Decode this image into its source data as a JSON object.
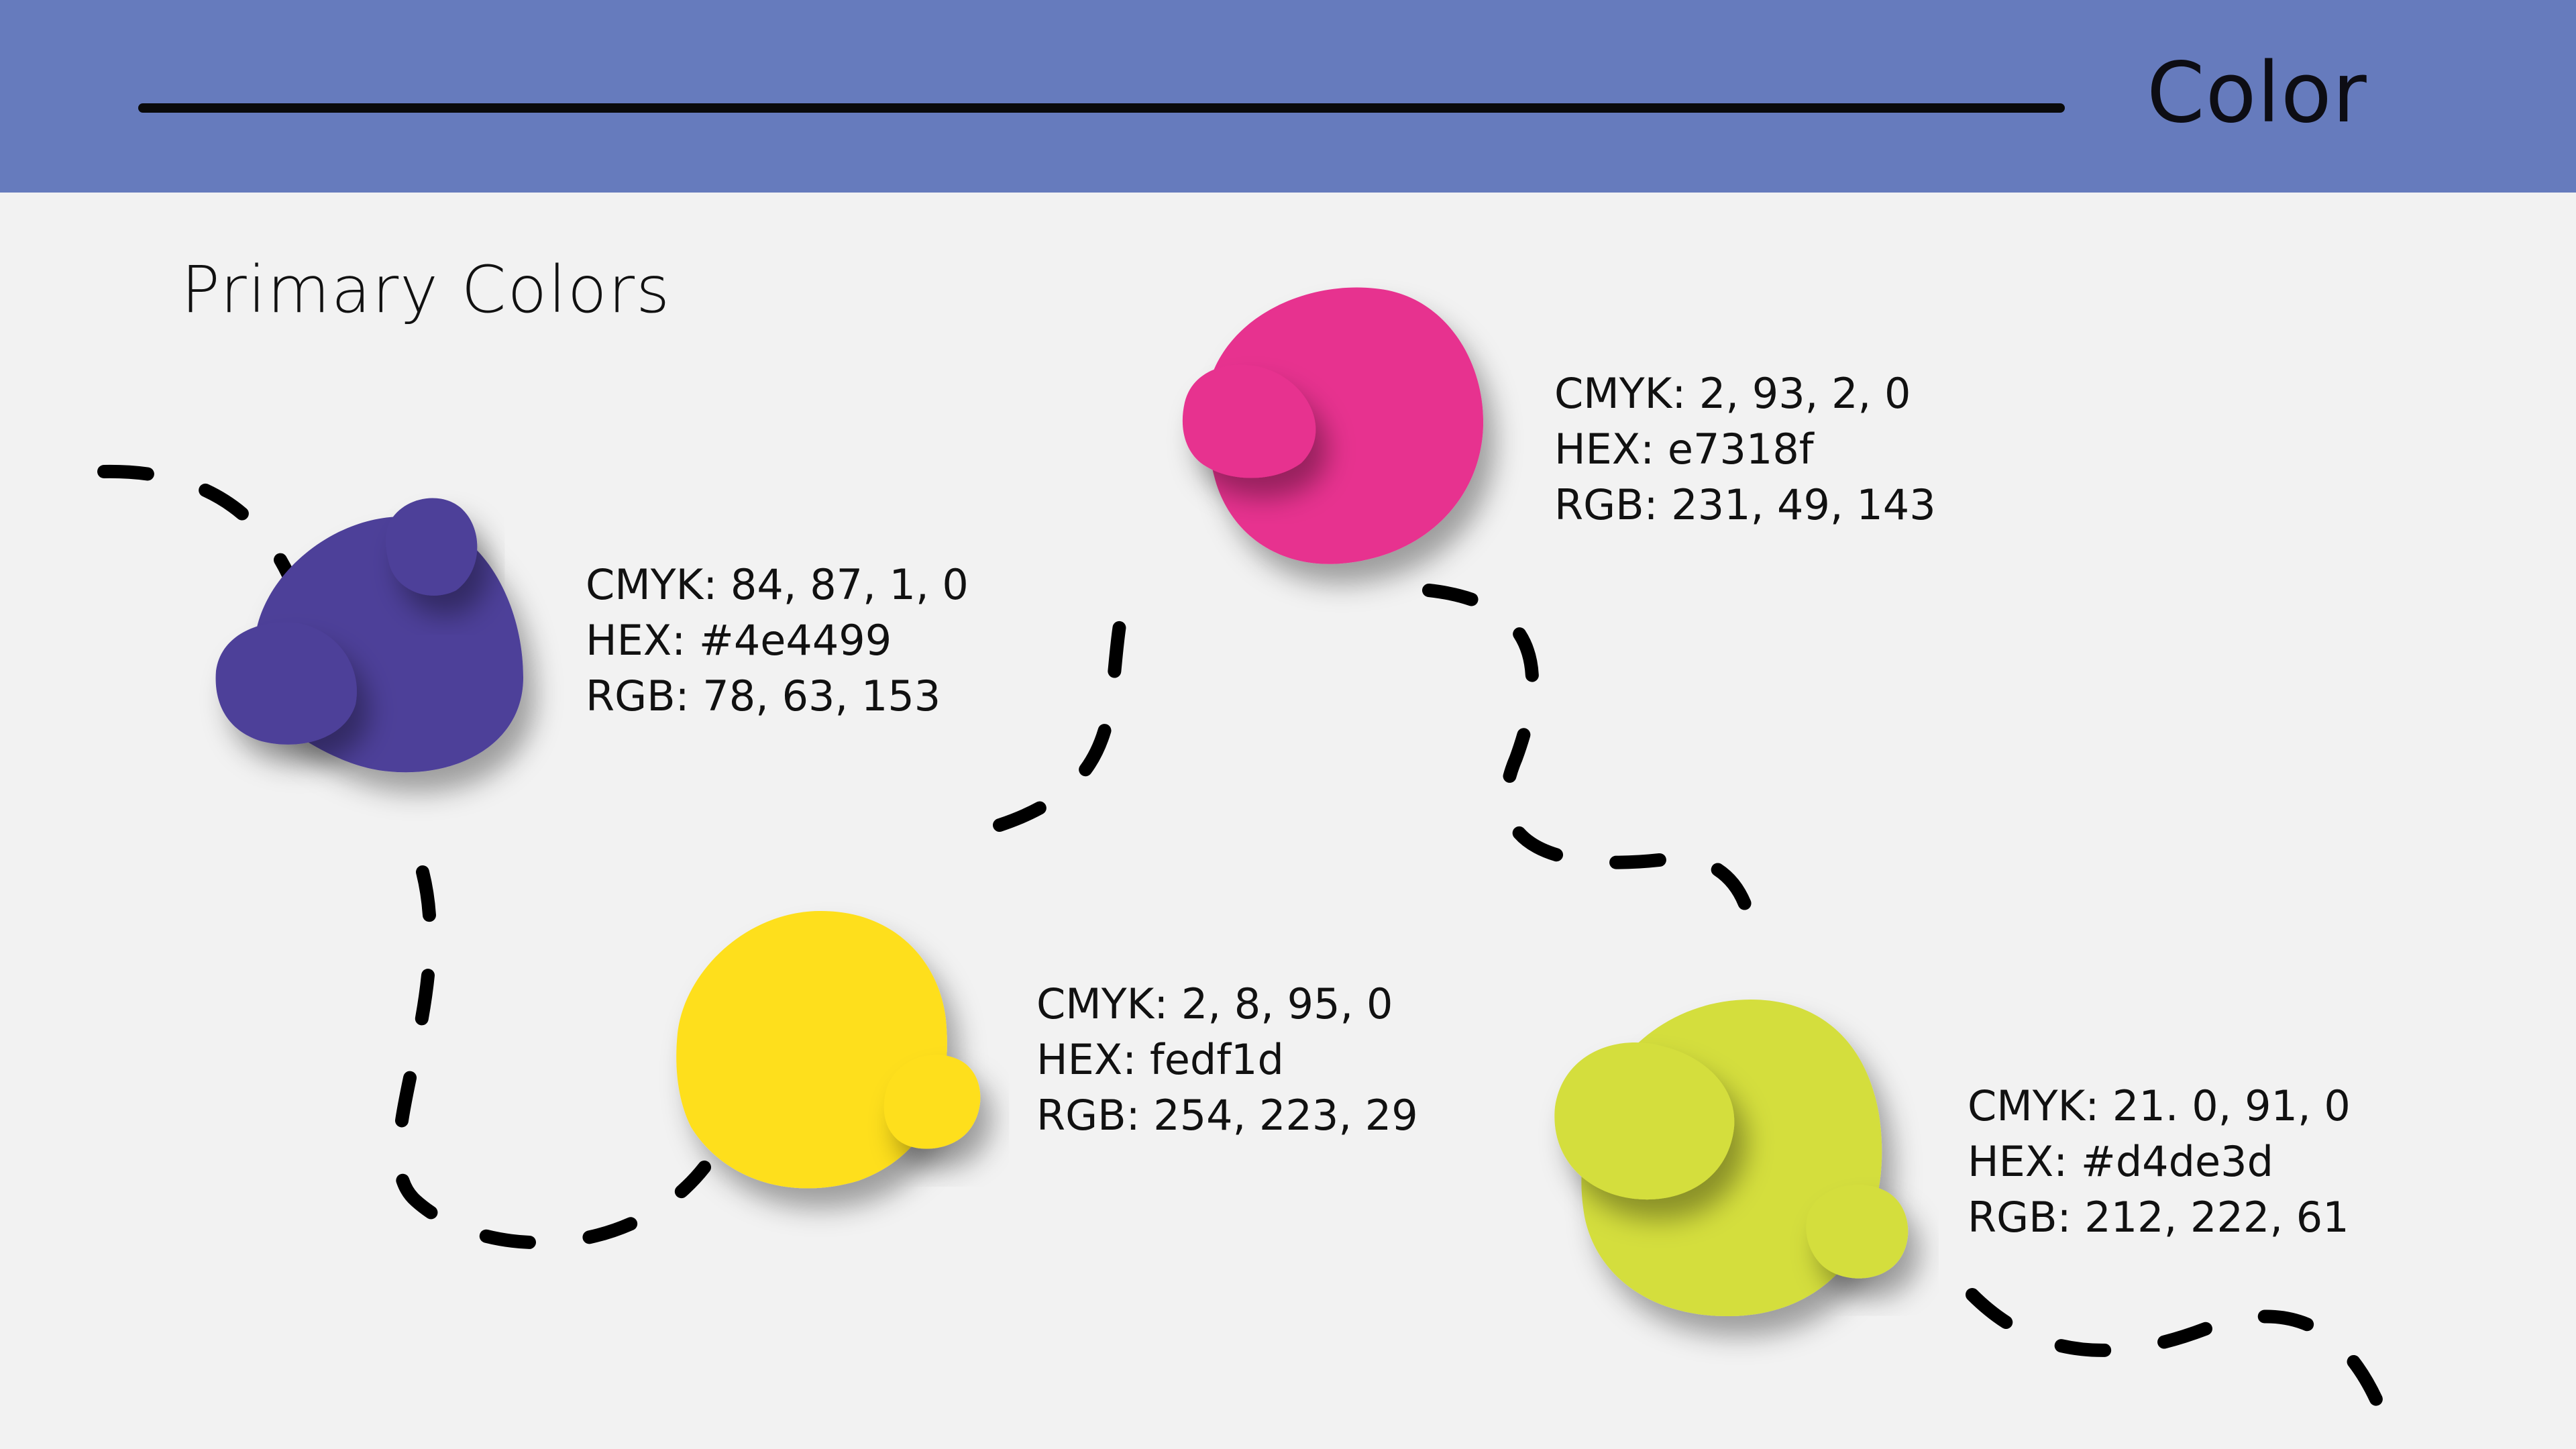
{
  "header": {
    "title": "Color",
    "background": "#667bbd",
    "rule_color": "#0a0a0a"
  },
  "section": {
    "title": "Primary Colors"
  },
  "background": "#f2f2f2",
  "path_color": "#000000",
  "swatches": [
    {
      "id": "purple",
      "fill": "#4e3f99",
      "cmyk": "CMYK: 84, 87, 1, 0",
      "hex": "HEX: #4e4499",
      "rgb": "RGB: 78, 63, 153"
    },
    {
      "id": "magenta",
      "fill": "#e7318f",
      "cmyk": "CMYK: 2, 93, 2, 0",
      "hex": "HEX: e7318f",
      "rgb": "RGB: 231, 49, 143"
    },
    {
      "id": "yellow",
      "fill": "#fedf1d",
      "cmyk": "CMYK: 2, 8, 95, 0",
      "hex": "HEX: fedf1d",
      "rgb": "RGB: 254, 223, 29"
    },
    {
      "id": "lime",
      "fill": "#d4de3d",
      "cmyk": "CMYK: 21. 0, 91, 0",
      "hex": "HEX: #d4de3d",
      "rgb": "RGB: 212, 222, 61"
    }
  ]
}
